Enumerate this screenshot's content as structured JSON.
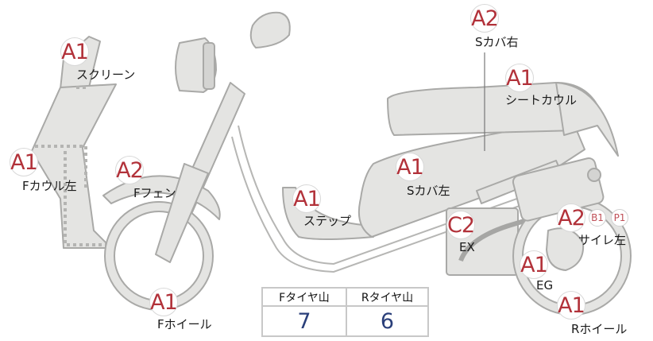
{
  "markers": {
    "screen": {
      "grade": "A1",
      "label": "スクリーン"
    },
    "f_cowl_left": {
      "grade": "A1",
      "label": "Fカウル左"
    },
    "f_fender": {
      "grade": "A2",
      "label": "Fフェン"
    },
    "step": {
      "grade": "A1",
      "label": "ステップ"
    },
    "s_cover_left": {
      "grade": "A1",
      "label": "Sカバ左"
    },
    "s_cover_right": {
      "grade": "A2",
      "label": "Sカバ右"
    },
    "seat_cowl": {
      "grade": "A1",
      "label": "シートカウル"
    },
    "exhaust": {
      "grade": "C2",
      "label": "EX"
    },
    "silencer_left": {
      "grade": "A2",
      "label": "サイレ左",
      "sub_grades": [
        "B1",
        "P1"
      ]
    },
    "engine": {
      "grade": "A1",
      "label": "EG"
    },
    "f_wheel": {
      "grade": "A1",
      "label": "Fホイール"
    },
    "r_wheel": {
      "grade": "A1",
      "label": "Rホイール"
    }
  },
  "tire_table": {
    "front_header": "Fタイヤ山",
    "rear_header": "Rタイヤ山",
    "front_value": "7",
    "rear_value": "6"
  },
  "colors": {
    "grade_text": "#b2323a",
    "tire_value": "#2a3f7a",
    "part_fill": "#e4e4e2",
    "part_stroke": "#a9a9a7"
  }
}
